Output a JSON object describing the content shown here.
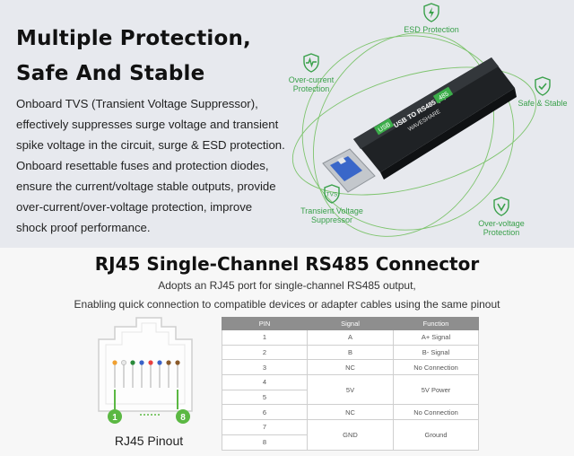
{
  "header": {
    "title_line1": "Multiple Protection,",
    "title_line2": "Safe And Stable",
    "description": "Onboard TVS (Transient Voltage Suppressor), effectively suppresses surge voltage and transient spike voltage in the circuit, surge & ESD protection. Onboard resettable fuses and protection diodes, ensure the current/voltage stable outputs, provide over-current/over-voltage protection, improve shock proof performance."
  },
  "features": {
    "esd": "ESD Protection",
    "overcurrent": "Over-current Protection",
    "safe": "Safe & Stable",
    "tvs_icon": "TVS",
    "tvs": "Transient Voltage Suppressor",
    "overvoltage": "Over-voltage Protection",
    "icons": [
      "lightning-shield-icon",
      "pulse-shield-icon",
      "check-shield-icon",
      "tvs-shield-icon",
      "voltage-shield-icon"
    ]
  },
  "device": {
    "label_main": "USB TO RS485 (B)",
    "label_brand": "WAVESHARE",
    "label_usb": "USB",
    "label_485": "485"
  },
  "connector": {
    "heading": "RJ45 Single-Channel RS485 Connector",
    "sub1": "Adopts an RJ45 port for single-channel RS485 output,",
    "sub2": "Enabling quick connection to compatible devices or adapter cables using the same pinout",
    "pin_first": "1",
    "pin_last": "8",
    "pinout_label": "RJ45 Pinout",
    "accent_color": "#5bb843"
  },
  "table": {
    "headers": [
      "PIN",
      "Signal",
      "Function"
    ],
    "pins": [
      "1",
      "2",
      "3",
      "4",
      "5",
      "6",
      "7",
      "8"
    ],
    "r1": {
      "signal": "A",
      "function": "A+ Signal"
    },
    "r2": {
      "signal": "B",
      "function": "B- Signal"
    },
    "r3": {
      "signal": "NC",
      "function": "No Connection"
    },
    "r45": {
      "signal": "5V",
      "function": "5V Power"
    },
    "r6": {
      "signal": "NC",
      "function": "No Connection"
    },
    "r78": {
      "signal": "GND",
      "function": "Ground"
    }
  }
}
